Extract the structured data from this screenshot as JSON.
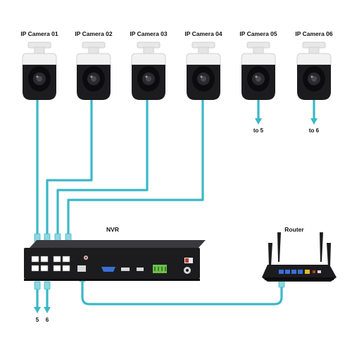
{
  "cameras": [
    {
      "label": "IP Camera 01"
    },
    {
      "label": "IP Camera 02"
    },
    {
      "label": "IP Camera 03"
    },
    {
      "label": "IP Camera 04"
    },
    {
      "label": "IP Camera 05",
      "dest": "to 5"
    },
    {
      "label": "IP Camera 06",
      "dest": "to 6"
    }
  ],
  "nvr": {
    "label": "NVR",
    "port_labels": [
      "5",
      "6"
    ]
  },
  "router": {
    "label": "Router"
  },
  "colors": {
    "cable": "#3ab8c8",
    "device": "#1c1c1e",
    "camera_body": "#f1f1f1",
    "port_green": "#6cc04a"
  }
}
